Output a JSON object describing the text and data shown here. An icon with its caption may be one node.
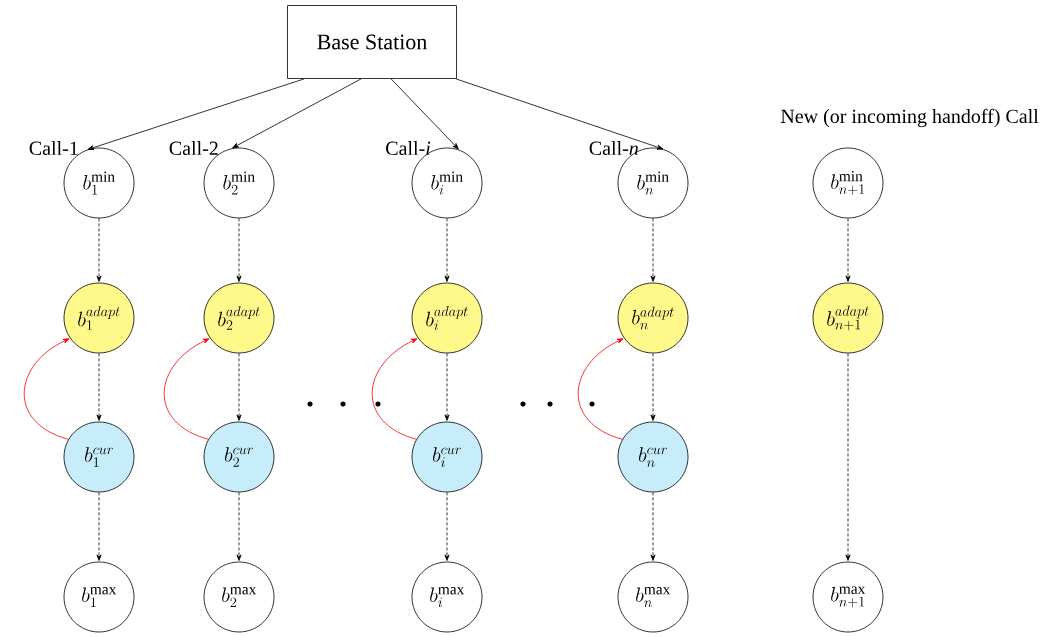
{
  "diagram": {
    "nodes": [
      {
        "text": [
          "Base Station"
        ]
      },
      {
        "text": [
          "b_{1}^{\\mathrm{min}}"
        ],
        "beside": [
          "Call-1"
        ]
      },
      {
        "text": [
          "b_{1}^{adapt}"
        ]
      },
      {
        "text": [
          "b_{1}^{cur}"
        ]
      },
      {
        "text": [
          "b_{1}^{\\mathrm{max}}"
        ]
      },
      {
        "text": [
          "b_{2}^{\\mathrm{min}}"
        ],
        "beside": [
          "Call-2"
        ]
      },
      {
        "text": [
          "b_{2}^{adapt}"
        ]
      },
      {
        "text": [
          "b_{2}^{cur}"
        ]
      },
      {
        "text": [
          "b_{2}^{\\mathrm{max}}"
        ]
      },
      {
        "text": [
          "b_{i}^{\\mathrm{min}}"
        ],
        "beside": [
          "Call-*i*"
        ]
      },
      {
        "text": [
          "b_{i}^{adapt}"
        ]
      },
      {
        "text": [
          "b_{i}^{cur}"
        ]
      },
      {
        "text": [
          "b_{i}^{\\mathrm{max}}"
        ]
      },
      {
        "text": [
          "b_{n}^{\\mathrm{min}}"
        ],
        "beside": [
          "Call-*n*"
        ]
      },
      {
        "text": [
          "b_{n}^{adapt}"
        ]
      },
      {
        "text": [
          "b_{n}^{cur}"
        ]
      },
      {
        "text": [
          "b_{n}^{\\mathrm{max}}"
        ]
      },
      {
        "text": [
          "b_{n+1}^{\\mathrm{min}}"
        ],
        "beside": [
          "New (or incoming handoff) Call"
        ]
      },
      {
        "text": [
          "b_{n+1}^{adapt}"
        ]
      },
      {
        "text": [
          "b_{n+1}^{\\mathrm{max}}"
        ]
      }
    ],
    "edges": [
      {
        "from": 0,
        "to": 1,
        "arrow": "to"
      },
      {
        "from": 0,
        "to": 5,
        "arrow": "to"
      },
      {
        "from": 0,
        "to": 9,
        "arrow": "to"
      },
      {
        "from": 0,
        "to": 13,
        "arrow": "to"
      },
      {
        "from": 1,
        "to": 2,
        "arrow": "to",
        "style": "dashed"
      },
      {
        "from": 2,
        "to": 3,
        "arrow": "to",
        "style": "dashed"
      },
      {
        "from": 3,
        "to": 4,
        "arrow": "to",
        "style": "dashed"
      },
      {
        "from": 3,
        "to": 2,
        "arrow": "to",
        "color": "#ff0000"
      },
      {
        "from": 5,
        "to": 6,
        "arrow": "to",
        "style": "dashed"
      },
      {
        "from": 6,
        "to": 7,
        "arrow": "to",
        "style": "dashed"
      },
      {
        "from": 7,
        "to": 8,
        "arrow": "to",
        "style": "dashed"
      },
      {
        "from": 7,
        "to": 6,
        "arrow": "to",
        "color": "#ff0000"
      },
      {
        "from": 9,
        "to": 10,
        "arrow": "to",
        "style": "dashed"
      },
      {
        "from": 10,
        "to": 11,
        "arrow": "to",
        "style": "dashed"
      },
      {
        "from": 11,
        "to": 12,
        "arrow": "to",
        "style": "dashed"
      },
      {
        "from": 11,
        "to": 10,
        "arrow": "to",
        "color": "#ff0000"
      },
      {
        "from": 13,
        "to": 14,
        "arrow": "to",
        "style": "dashed"
      },
      {
        "from": 14,
        "to": 15,
        "arrow": "to",
        "style": "dashed"
      },
      {
        "from": 15,
        "to": 16,
        "arrow": "to",
        "style": "dashed"
      },
      {
        "from": 15,
        "to": 14,
        "arrow": "to",
        "color": "#ff0000"
      },
      {
        "from": 17,
        "to": 18,
        "arrow": "to",
        "style": "dashed"
      },
      {
        "from": 18,
        "to": 19,
        "arrow": "to",
        "style": "dashed"
      }
    ]
  }
}
